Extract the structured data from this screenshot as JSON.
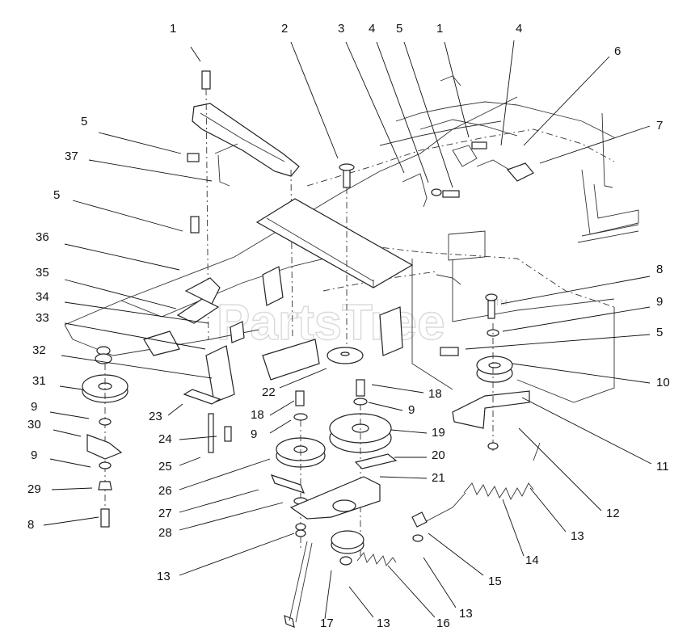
{
  "watermark": {
    "text": "PartsTree",
    "tm": "TM"
  },
  "callouts": [
    {
      "id": "c1a",
      "text": "1"
    },
    {
      "id": "c2",
      "text": "2"
    },
    {
      "id": "c3",
      "text": "3"
    },
    {
      "id": "c4a",
      "text": "4"
    },
    {
      "id": "c5a",
      "text": "5"
    },
    {
      "id": "c1b",
      "text": "1"
    },
    {
      "id": "c4b",
      "text": "4"
    },
    {
      "id": "c6",
      "text": "6"
    },
    {
      "id": "c7",
      "text": "7"
    },
    {
      "id": "c5b",
      "text": "5"
    },
    {
      "id": "c37",
      "text": "37"
    },
    {
      "id": "c5c",
      "text": "5"
    },
    {
      "id": "c36",
      "text": "36"
    },
    {
      "id": "c35",
      "text": "35"
    },
    {
      "id": "c34",
      "text": "34"
    },
    {
      "id": "c33",
      "text": "33"
    },
    {
      "id": "c32",
      "text": "32"
    },
    {
      "id": "c31",
      "text": "31"
    },
    {
      "id": "c9a",
      "text": "9"
    },
    {
      "id": "c30",
      "text": "30"
    },
    {
      "id": "c9b",
      "text": "9"
    },
    {
      "id": "c29",
      "text": "29"
    },
    {
      "id": "c8a",
      "text": "8"
    },
    {
      "id": "c23",
      "text": "23"
    },
    {
      "id": "c24",
      "text": "24"
    },
    {
      "id": "c25",
      "text": "25"
    },
    {
      "id": "c22",
      "text": "22"
    },
    {
      "id": "c18a",
      "text": "18"
    },
    {
      "id": "c9c",
      "text": "9"
    },
    {
      "id": "c26",
      "text": "26"
    },
    {
      "id": "c27",
      "text": "27"
    },
    {
      "id": "c28",
      "text": "28"
    },
    {
      "id": "c13a",
      "text": "13"
    },
    {
      "id": "c17",
      "text": "17"
    },
    {
      "id": "c13b",
      "text": "13"
    },
    {
      "id": "c16",
      "text": "16"
    },
    {
      "id": "c13c",
      "text": "13"
    },
    {
      "id": "c15",
      "text": "15"
    },
    {
      "id": "c14",
      "text": "14"
    },
    {
      "id": "c13d",
      "text": "13"
    },
    {
      "id": "c12",
      "text": "12"
    },
    {
      "id": "c11",
      "text": "11"
    },
    {
      "id": "c10",
      "text": "10"
    },
    {
      "id": "c5d",
      "text": "5"
    },
    {
      "id": "c9d",
      "text": "9"
    },
    {
      "id": "c8b",
      "text": "8"
    },
    {
      "id": "c18b",
      "text": "18"
    },
    {
      "id": "c9e",
      "text": "9"
    },
    {
      "id": "c19",
      "text": "19"
    },
    {
      "id": "c20",
      "text": "20"
    },
    {
      "id": "c21",
      "text": "21"
    }
  ]
}
